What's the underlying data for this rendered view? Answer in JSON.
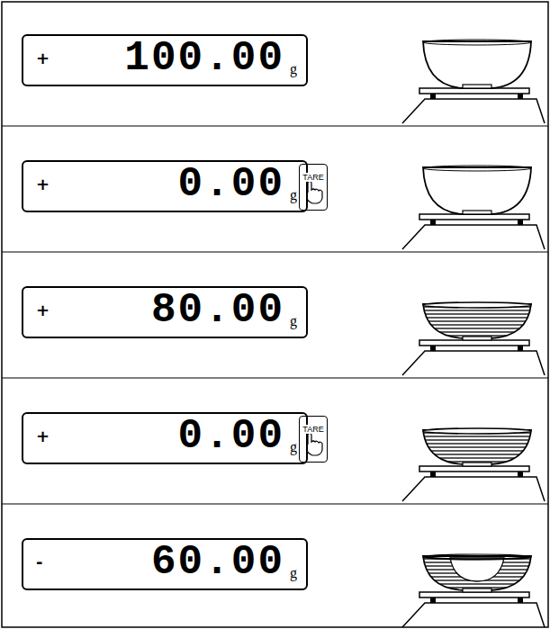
{
  "diagram": {
    "nodes": [
      {
        "text": [
          "+",
          "100.00",
          "g"
        ]
      },
      {
        "text": [
          "+",
          "0.00",
          "g"
        ]
      },
      {
        "text": [
          "TARE"
        ]
      },
      {
        "text": [
          "+",
          "80.00",
          "g"
        ]
      },
      {
        "text": [
          "+",
          "0.00",
          "g"
        ]
      },
      {
        "text": [
          "TARE"
        ]
      },
      {
        "text": [
          "-",
          "60.00",
          "g"
        ]
      }
    ]
  }
}
